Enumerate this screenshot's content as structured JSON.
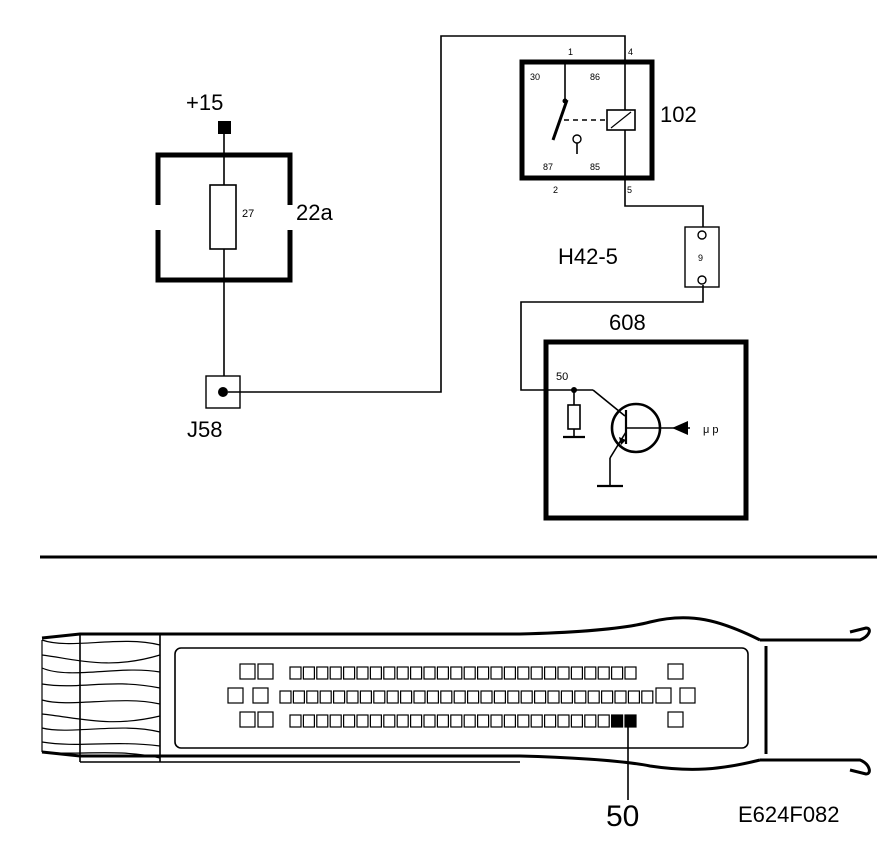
{
  "diagram": {
    "supply": {
      "label": "+15"
    },
    "fuse_box": {
      "label": "22a",
      "fuse_label": "27"
    },
    "junction": {
      "label": "J58"
    },
    "relay": {
      "label": "102",
      "pins": {
        "top_left": "1",
        "top_right": "4",
        "bottom_left": "2",
        "bottom_right": "5"
      },
      "terminals": {
        "t30": "30",
        "t86": "86",
        "t87": "87",
        "t85": "85"
      }
    },
    "connector": {
      "label": "H42-5",
      "pin": "9"
    },
    "control_unit": {
      "label": "608",
      "pin": "50",
      "input_label": "μ p"
    },
    "plug": {
      "pin_callout": "50"
    },
    "figure_code": "E624F082"
  }
}
